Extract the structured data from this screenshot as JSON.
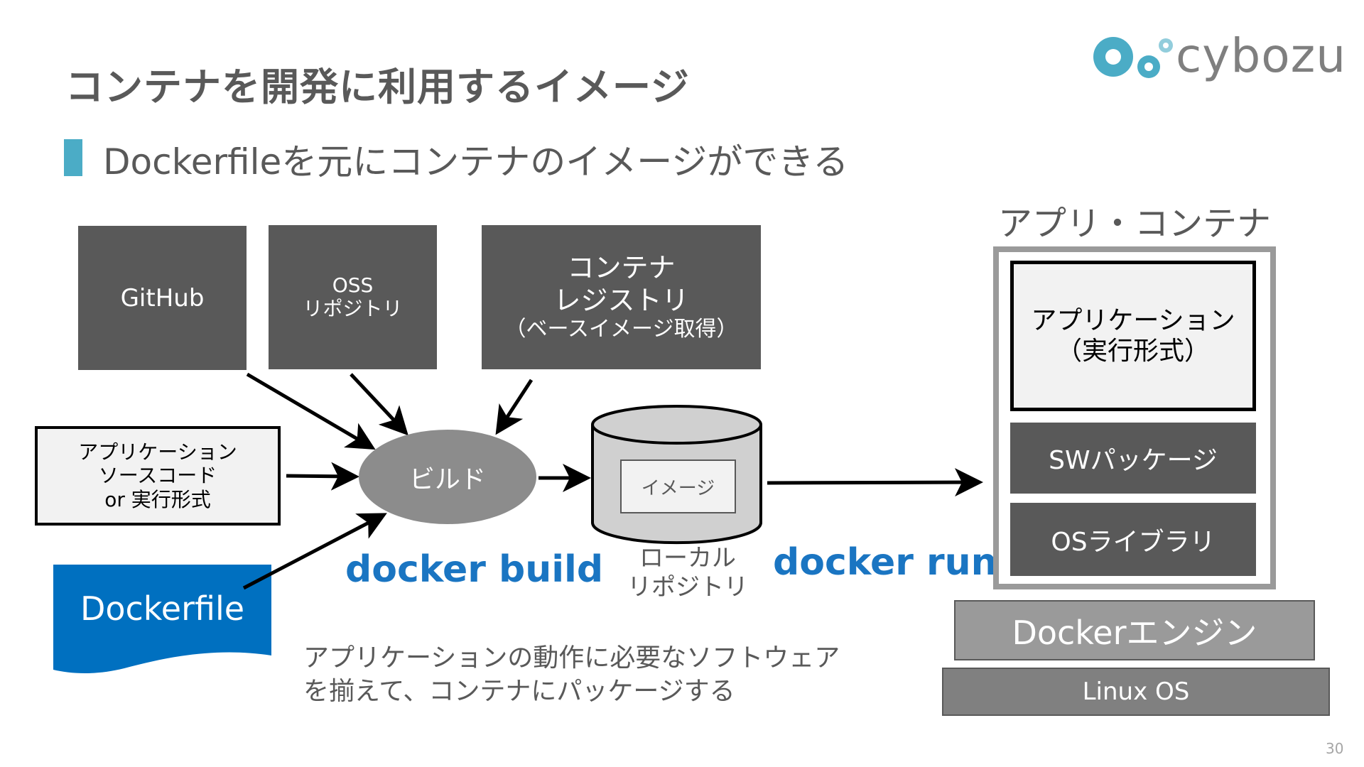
{
  "slide": {
    "title": "コンテナを開発に利用するイメージ",
    "subtitle": "Dockerfileを元にコンテナのイメージができる",
    "page_number": "30"
  },
  "logo": {
    "text": "cybozu",
    "mark_colors": [
      "#4bacc6",
      "#92cddc"
    ]
  },
  "sources": {
    "github": "GitHub",
    "oss_line1": "OSS",
    "oss_line2": "リポジトリ",
    "registry_line1": "コンテナ",
    "registry_line2": "レジストリ",
    "registry_line3": "（ベースイメージ取得）",
    "app_src_line1": "アプリケーション",
    "app_src_line2": "ソースコード",
    "app_src_line3": "or 実行形式",
    "dockerfile": "Dockerfile"
  },
  "build": {
    "label": "ビルド",
    "command": "docker build"
  },
  "local_repo": {
    "image_label": "イメージ",
    "caption_line1": "ローカル",
    "caption_line2": "リポジトリ"
  },
  "run": {
    "command": "docker run"
  },
  "note": {
    "line1": "アプリケーションの動作に必要なソフトウェア",
    "line2": "を揃えて、コンテナにパッケージする"
  },
  "container": {
    "label": "アプリ・コンテナ",
    "app_line1": "アプリケーション",
    "app_line2": "（実行形式）",
    "sw_package": "SWパッケージ",
    "os_library": "OSライブラリ",
    "engine": "Dockerエンジン",
    "os": "Linux OS"
  },
  "colors": {
    "dark_box": "#595959",
    "accent_blue": "#1a75c2",
    "bullet": "#4bacc6",
    "dockerfile_fill": "#0070c0"
  }
}
